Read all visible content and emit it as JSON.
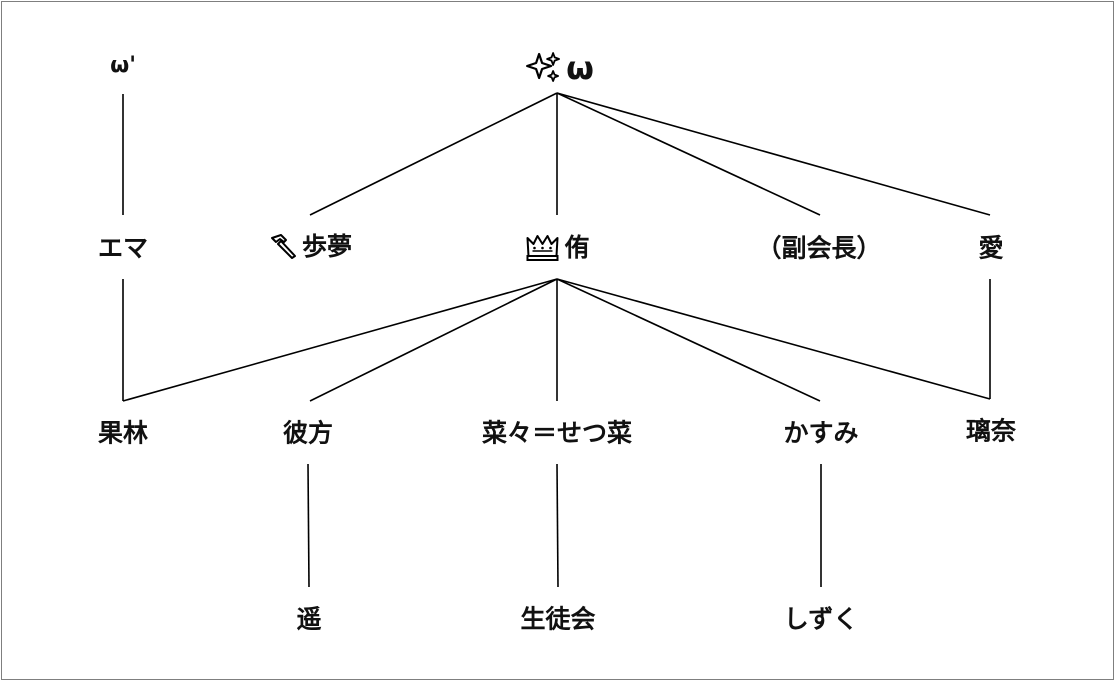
{
  "nodes": {
    "omega": {
      "label": "ω",
      "icon": "sparkles-icon"
    },
    "omega_prime": {
      "label": "ω'"
    },
    "ema": {
      "label": "エマ"
    },
    "ayumu": {
      "label": "歩夢",
      "icon": "hammer-icon"
    },
    "yu": {
      "label": "侑",
      "icon": "crown-icon"
    },
    "vice_president": {
      "label": "（副会長）"
    },
    "ai": {
      "label": "愛"
    },
    "karin": {
      "label": "果林"
    },
    "kanata": {
      "label": "彼方"
    },
    "nana": {
      "label": "菜々＝せつ菜"
    },
    "kasumi": {
      "label": "かすみ"
    },
    "rina": {
      "label": "璃奈"
    },
    "haruka": {
      "label": "遥"
    },
    "student_council": {
      "label": "生徒会"
    },
    "shizuku": {
      "label": "しずく"
    }
  },
  "edges": [
    [
      "omega_prime",
      "ema"
    ],
    [
      "omega",
      "ayumu"
    ],
    [
      "omega",
      "yu"
    ],
    [
      "omega",
      "vice_president"
    ],
    [
      "omega",
      "ai"
    ],
    [
      "ema",
      "karin"
    ],
    [
      "yu",
      "karin"
    ],
    [
      "yu",
      "kanata"
    ],
    [
      "yu",
      "nana"
    ],
    [
      "yu",
      "kasumi"
    ],
    [
      "yu",
      "rina"
    ],
    [
      "ai",
      "rina"
    ],
    [
      "kanata",
      "haruka"
    ],
    [
      "nana",
      "student_council"
    ],
    [
      "kasumi",
      "shizuku"
    ]
  ]
}
